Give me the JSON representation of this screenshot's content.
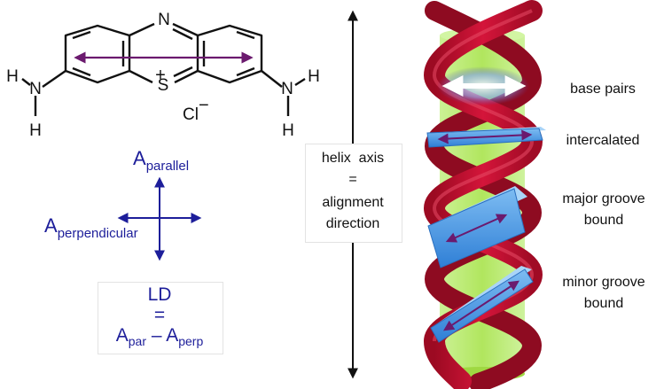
{
  "molecule": {
    "ring_atom_n": "N",
    "ring_atom_s": "S",
    "charge_plus": "+",
    "counter_ion": "Cl",
    "charge_minus": "−",
    "left_amine_n": "N",
    "left_amine_h_top": "H",
    "left_amine_h_bottom": "H",
    "right_amine_n": "N",
    "right_amine_h_top": "H",
    "right_amine_h_bottom": "H"
  },
  "absorbance": {
    "parallel_main": "A",
    "parallel_sub": "parallel",
    "perpendicular_main": "A",
    "perpendicular_sub": "perpendicular"
  },
  "ld_formula": {
    "line1": "LD",
    "line2": "=",
    "term1_main": "A",
    "term1_sub": "par",
    "operator": "–",
    "term2_main": "A",
    "term2_sub": "perp"
  },
  "helix_axis_box": {
    "lines": [
      "helix  axis",
      "=",
      "alignment",
      "direction"
    ]
  },
  "helix_labels": {
    "base_pairs": "base pairs",
    "intercalated": "intercalated",
    "major_groove_line1": "major groove",
    "major_groove_line2": "bound",
    "minor_groove_line1": "minor groove",
    "minor_groove_line2": "bound"
  },
  "colors": {
    "molecule_bond": "#111111",
    "transition_arrow": "#6b1a6e",
    "axis_arrow_blue": "#1d1e9a",
    "helix_strand_red": "#c8102e",
    "helix_cylinder_green": "#a8e34c",
    "ligand_block_blue": "#3d8fe0"
  }
}
